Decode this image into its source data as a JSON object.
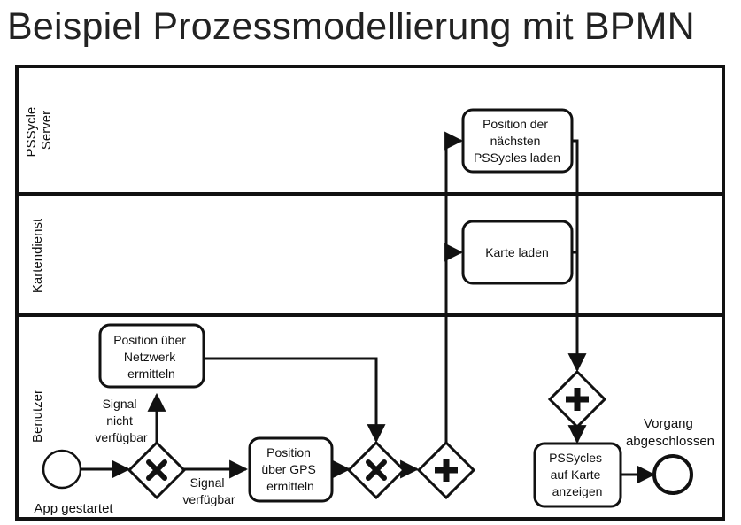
{
  "slide": {
    "title": "Beispiel Prozessmodellierung mit BPMN"
  },
  "lanes": [
    {
      "id": "server",
      "label_lines": [
        "PSSycle",
        "Server"
      ]
    },
    {
      "id": "kartendienst",
      "label_lines": [
        "Kartendienst"
      ]
    },
    {
      "id": "benutzer",
      "label_lines": [
        "Benutzer"
      ]
    }
  ],
  "tasks": {
    "netzwerk": [
      "Position über",
      "Netzwerk",
      "ermitteln"
    ],
    "gps": [
      "Position",
      "über GPS",
      "ermitteln"
    ],
    "nearest": [
      "Position der",
      "nächsten",
      "PSSycles laden"
    ],
    "karte": [
      "Karte laden"
    ],
    "anzeigen": [
      "PSSycles",
      "auf Karte",
      "anzeigen"
    ]
  },
  "events": {
    "start": [
      "App gestartet"
    ],
    "end": [
      "Vorgang",
      "abgeschlossen"
    ]
  },
  "flow_labels": {
    "nicht_verfuegbar": [
      "Signal",
      "nicht",
      "verfügbar"
    ],
    "verfuegbar": [
      "Signal",
      "verfügbar"
    ]
  },
  "gateways": {
    "split_xor": "exclusive",
    "merge_xor": "exclusive",
    "fork_and": "parallel",
    "join_and": "parallel"
  }
}
